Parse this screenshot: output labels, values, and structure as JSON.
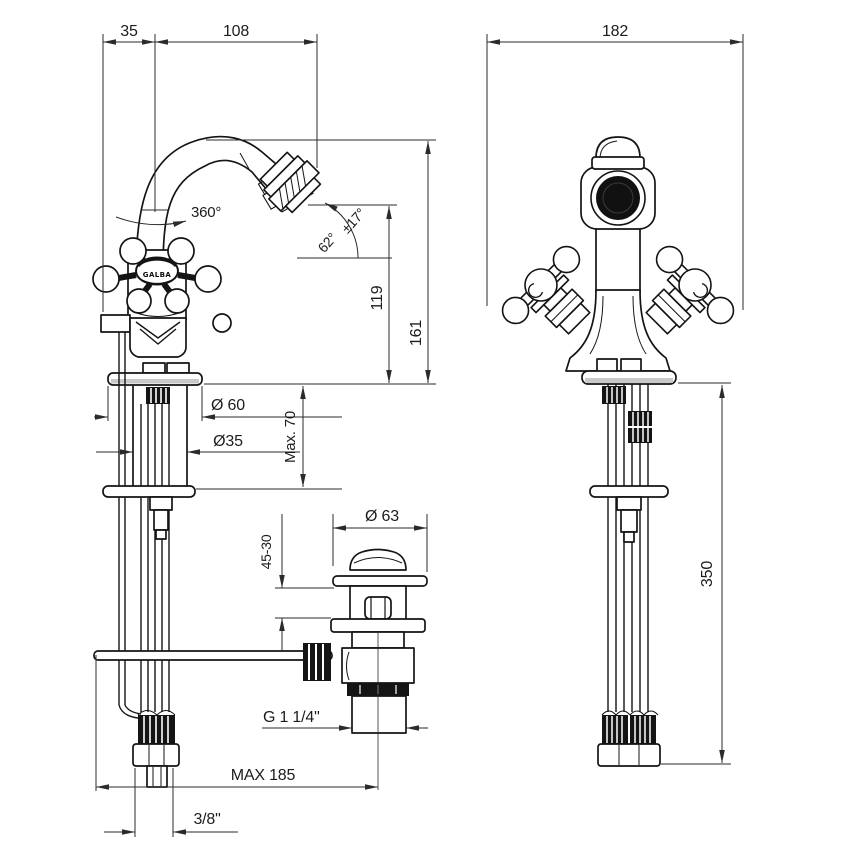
{
  "drawing": {
    "brand": "GALBA",
    "dimensions": {
      "spout_offset": "35",
      "spout_reach": "108",
      "overall_width": "182",
      "spout_height": "161",
      "outlet_height": "119",
      "swivel_angle": "360°",
      "outlet_angle": "62°",
      "outlet_angle_tolerance": "±17°",
      "base_diameter": "Ø 60",
      "shank_diameter": "Ø35",
      "max_deck_thickness": "Max. 70",
      "waste_cap_diameter": "Ø 63",
      "waste_clamp_range": "45-30",
      "waste_thread": "G 1 1/4\"",
      "max_rod_reach": "MAX 185",
      "hose_thread": "3/8\"",
      "hose_length": "350"
    }
  }
}
